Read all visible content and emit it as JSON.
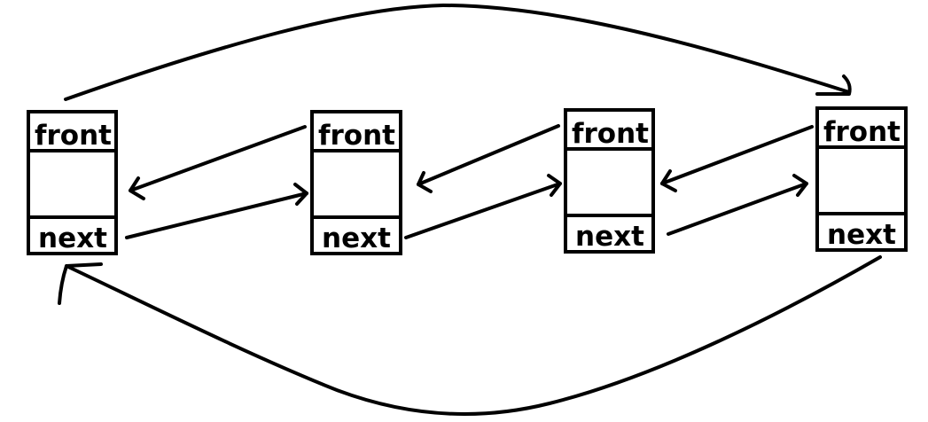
{
  "nodes": [
    {
      "front_label": "front",
      "next_label": "next"
    },
    {
      "front_label": "front",
      "next_label": "next"
    },
    {
      "front_label": "front",
      "next_label": "next"
    },
    {
      "front_label": "front",
      "next_label": "next"
    }
  ],
  "colors": {
    "stroke": "#000000",
    "background": "#ffffff"
  }
}
